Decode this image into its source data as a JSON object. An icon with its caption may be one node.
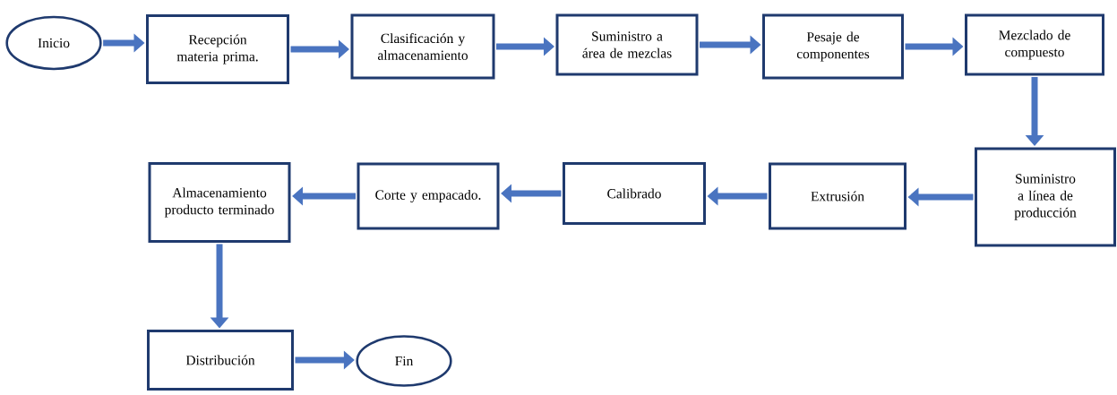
{
  "diagram": {
    "nodes": [
      {
        "text": [
          "Inicio"
        ]
      },
      {
        "text": [
          "Recepción materia prima."
        ]
      },
      {
        "text": [
          "Clasificación y almacenamiento"
        ]
      },
      {
        "text": [
          "Suministro a área de mezclas"
        ]
      },
      {
        "text": [
          "Pesaje de componentes"
        ]
      },
      {
        "text": [
          "Mezclado de compuesto"
        ]
      },
      {
        "text": [
          "Suministro a línea de producción"
        ]
      },
      {
        "text": [
          "Extrusión"
        ]
      },
      {
        "text": [
          "Calibrado"
        ]
      },
      {
        "text": [
          "Corte y empacado."
        ]
      },
      {
        "text": [
          "Almacenamiento producto terminado"
        ]
      },
      {
        "text": [
          "Distribución"
        ]
      },
      {
        "text": [
          "Fin"
        ]
      }
    ],
    "edges": [
      {
        "from": 0,
        "to": 1,
        "arrow": "to"
      },
      {
        "from": 1,
        "to": 2,
        "arrow": "to"
      },
      {
        "from": 2,
        "to": 3,
        "arrow": "to"
      },
      {
        "from": 3,
        "to": 4,
        "arrow": "to"
      },
      {
        "from": 4,
        "to": 5,
        "arrow": "to"
      },
      {
        "from": 5,
        "to": 6,
        "arrow": "to"
      },
      {
        "from": 6,
        "to": 7,
        "arrow": "to"
      },
      {
        "from": 7,
        "to": 8,
        "arrow": "to"
      },
      {
        "from": 8,
        "to": 9,
        "arrow": "to"
      },
      {
        "from": 9,
        "to": 10,
        "arrow": "to"
      },
      {
        "from": 10,
        "to": 11,
        "arrow": "to"
      },
      {
        "from": 11,
        "to": 12,
        "arrow": "to"
      }
    ]
  }
}
